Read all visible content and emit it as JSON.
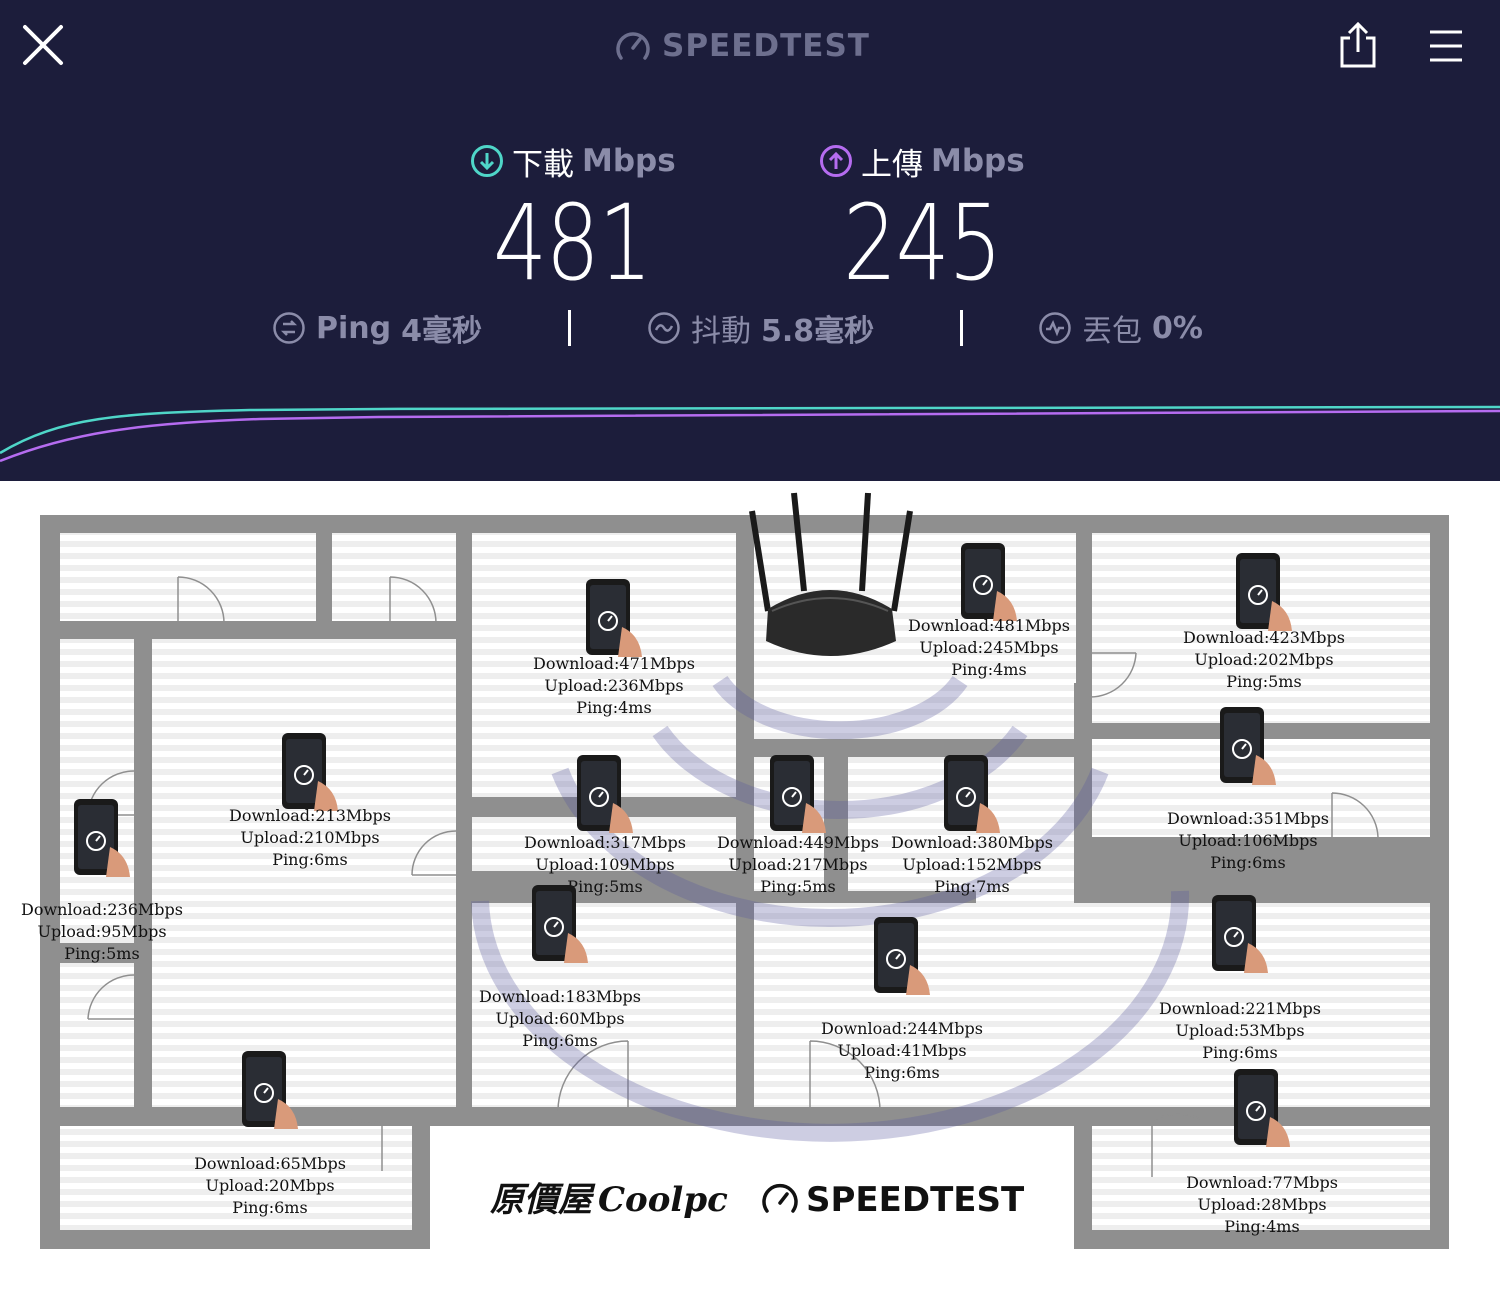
{
  "app": {
    "brand": "SPEEDTEST"
  },
  "header": {
    "close_icon": "close-icon",
    "share_icon": "share-icon",
    "menu_icon": "hamburger-menu-icon"
  },
  "results": {
    "download": {
      "label": "下載",
      "unit": "Mbps",
      "value": "481",
      "color": "#4fd6c8"
    },
    "upload": {
      "label": "上傳",
      "unit": "Mbps",
      "value": "245",
      "color": "#b56cf0"
    },
    "ping": {
      "label": "Ping",
      "value": "4毫秒"
    },
    "jitter": {
      "label": "抖動",
      "value": "5.8毫秒"
    },
    "loss": {
      "label": "丟包",
      "value": "0%"
    }
  },
  "floorplan": {
    "logo_text": "原價屋",
    "logo_brand": "Coolpc",
    "speedtest_logo": "SPEEDTEST",
    "readings": [
      {
        "download": "Download:471Mbps",
        "upload": "Upload:236Mbps",
        "ping": "Ping:4ms"
      },
      {
        "download": "Download:481Mbps",
        "upload": "Upload:245Mbps",
        "ping": "Ping:4ms"
      },
      {
        "download": "Download:423Mbps",
        "upload": "Upload:202Mbps",
        "ping": "Ping:5ms"
      },
      {
        "download": "Download:213Mbps",
        "upload": "Upload:210Mbps",
        "ping": "Ping:6ms"
      },
      {
        "download": "Download:317Mbps",
        "upload": "Upload:109Mbps",
        "ping": "Ping:5ms"
      },
      {
        "download": "Download:449Mbps",
        "upload": "Upload:217Mbps",
        "ping": "Ping:5ms"
      },
      {
        "download": "Download:380Mbps",
        "upload": "Upload:152Mbps",
        "ping": "Ping:7ms"
      },
      {
        "download": "Download:351Mbps",
        "upload": "Upload:106Mbps",
        "ping": "Ping:6ms"
      },
      {
        "download": "Download:236Mbps",
        "upload": "Upload:95Mbps",
        "ping": "Ping:5ms"
      },
      {
        "download": "Download:183Mbps",
        "upload": "Upload:60Mbps",
        "ping": "Ping:6ms"
      },
      {
        "download": "Download:244Mbps",
        "upload": "Upload:41Mbps",
        "ping": "Ping:6ms"
      },
      {
        "download": "Download:221Mbps",
        "upload": "Upload:53Mbps",
        "ping": "Ping:6ms"
      },
      {
        "download": "Download:65Mbps",
        "upload": "Upload:20Mbps",
        "ping": "Ping:6ms"
      },
      {
        "download": "Download:77Mbps",
        "upload": "Upload:28Mbps",
        "ping": "Ping:4ms"
      }
    ]
  }
}
